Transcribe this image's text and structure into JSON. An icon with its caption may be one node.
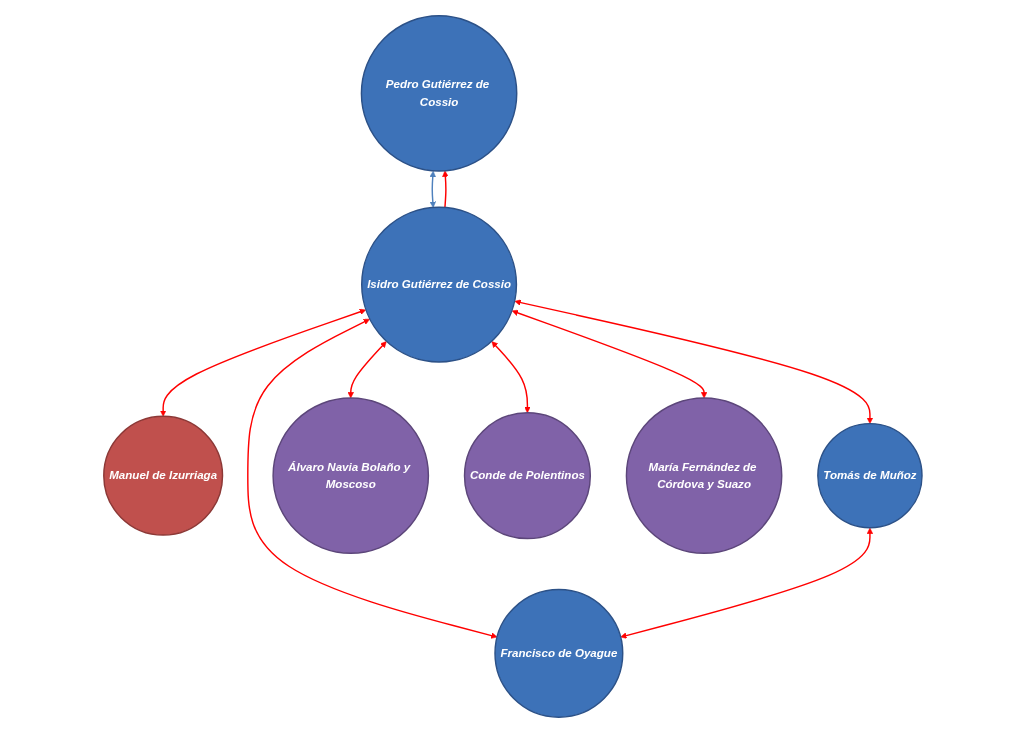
{
  "diagram": {
    "nodes": [
      {
        "text": [
          "Manuel de Izurriaga"
        ]
      },
      {
        "text": [
          "Pedro Gutiérrez de Cossio"
        ]
      },
      {
        "text": [
          "Tomás de Muñoz"
        ]
      },
      {
        "text": [
          "Isidro Gutiérrez de Cossio"
        ]
      },
      {
        "text": [
          "Francisco de Oyague"
        ]
      },
      {
        "text": [
          "Álvaro Navia Bolaño y Moscoso"
        ]
      },
      {
        "text": [
          "Conde de Polentinos"
        ]
      },
      {
        "text": [
          "María Fernández de Córdova y Suazo"
        ]
      }
    ],
    "edges": [
      {
        "from": 3,
        "to": 0,
        "arrow": "both"
      },
      {
        "from": 3,
        "to": 1,
        "arrow": "to"
      },
      {
        "from": 1,
        "to": 3,
        "arrow": "both",
        "color": "#4f81bd"
      },
      {
        "from": 3,
        "to": 2,
        "arrow": "both"
      },
      {
        "from": 3,
        "to": 4,
        "arrow": "both"
      },
      {
        "from": 2,
        "to": 4,
        "arrow": "both"
      },
      {
        "from": 3,
        "to": 5,
        "arrow": "both"
      },
      {
        "from": 3,
        "to": 6,
        "arrow": "both"
      },
      {
        "from": 3,
        "to": 7,
        "arrow": "both"
      }
    ]
  }
}
